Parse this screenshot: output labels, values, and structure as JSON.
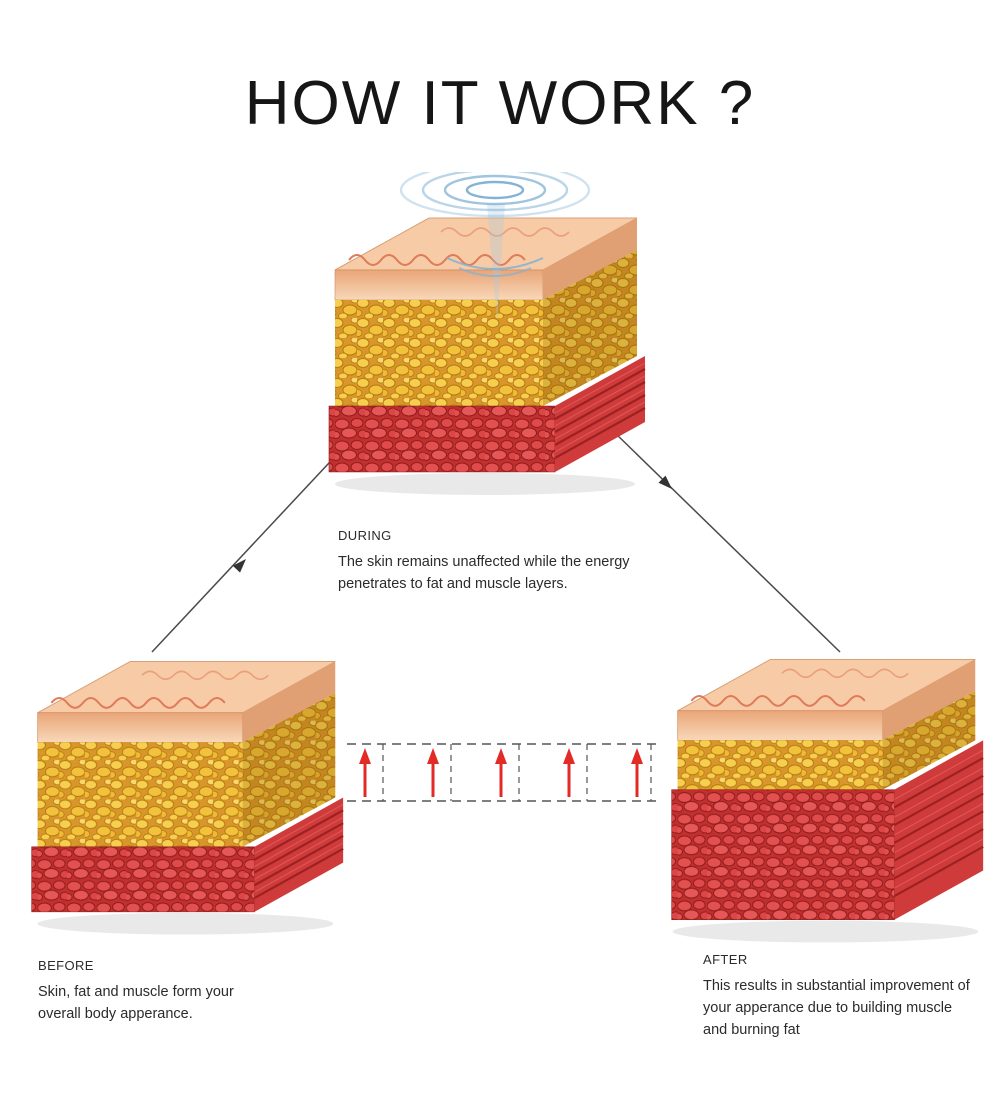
{
  "title": "HOW IT WORK ?",
  "sections": {
    "during": {
      "label": "DURING",
      "description": "The skin remains unaffected while the energy penetrates to fat and muscle layers."
    },
    "before": {
      "label": "BEFORE",
      "description": "Skin, fat and muscle form your overall body apperance."
    },
    "after": {
      "label": "AFTER",
      "description": "This results in substantial improvement of your apperance due to building muscle and burning fat"
    }
  },
  "colors": {
    "accent_red": "#e22b26",
    "wave_blue": "#7fb0d4",
    "fat_yellow": "#f2c43c",
    "muscle_red": "#d43f3f",
    "skin_tone": "#f6cba6",
    "connector_gray": "#4a4a4a"
  }
}
